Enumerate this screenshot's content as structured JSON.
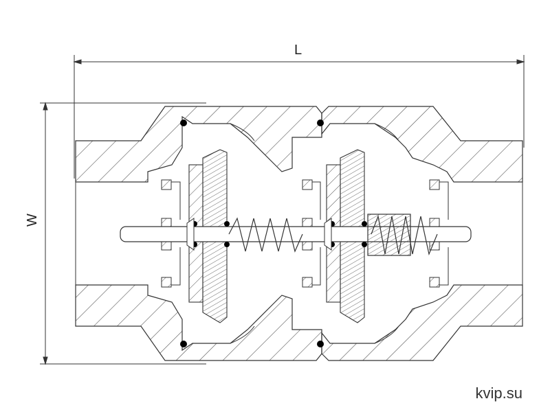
{
  "dimensions": {
    "length_label": "L",
    "width_label": "W"
  },
  "watermark": "kvip.su",
  "colors": {
    "line": "#333333",
    "hatch": "#555555",
    "background": "#ffffff",
    "seal": "#000000"
  }
}
